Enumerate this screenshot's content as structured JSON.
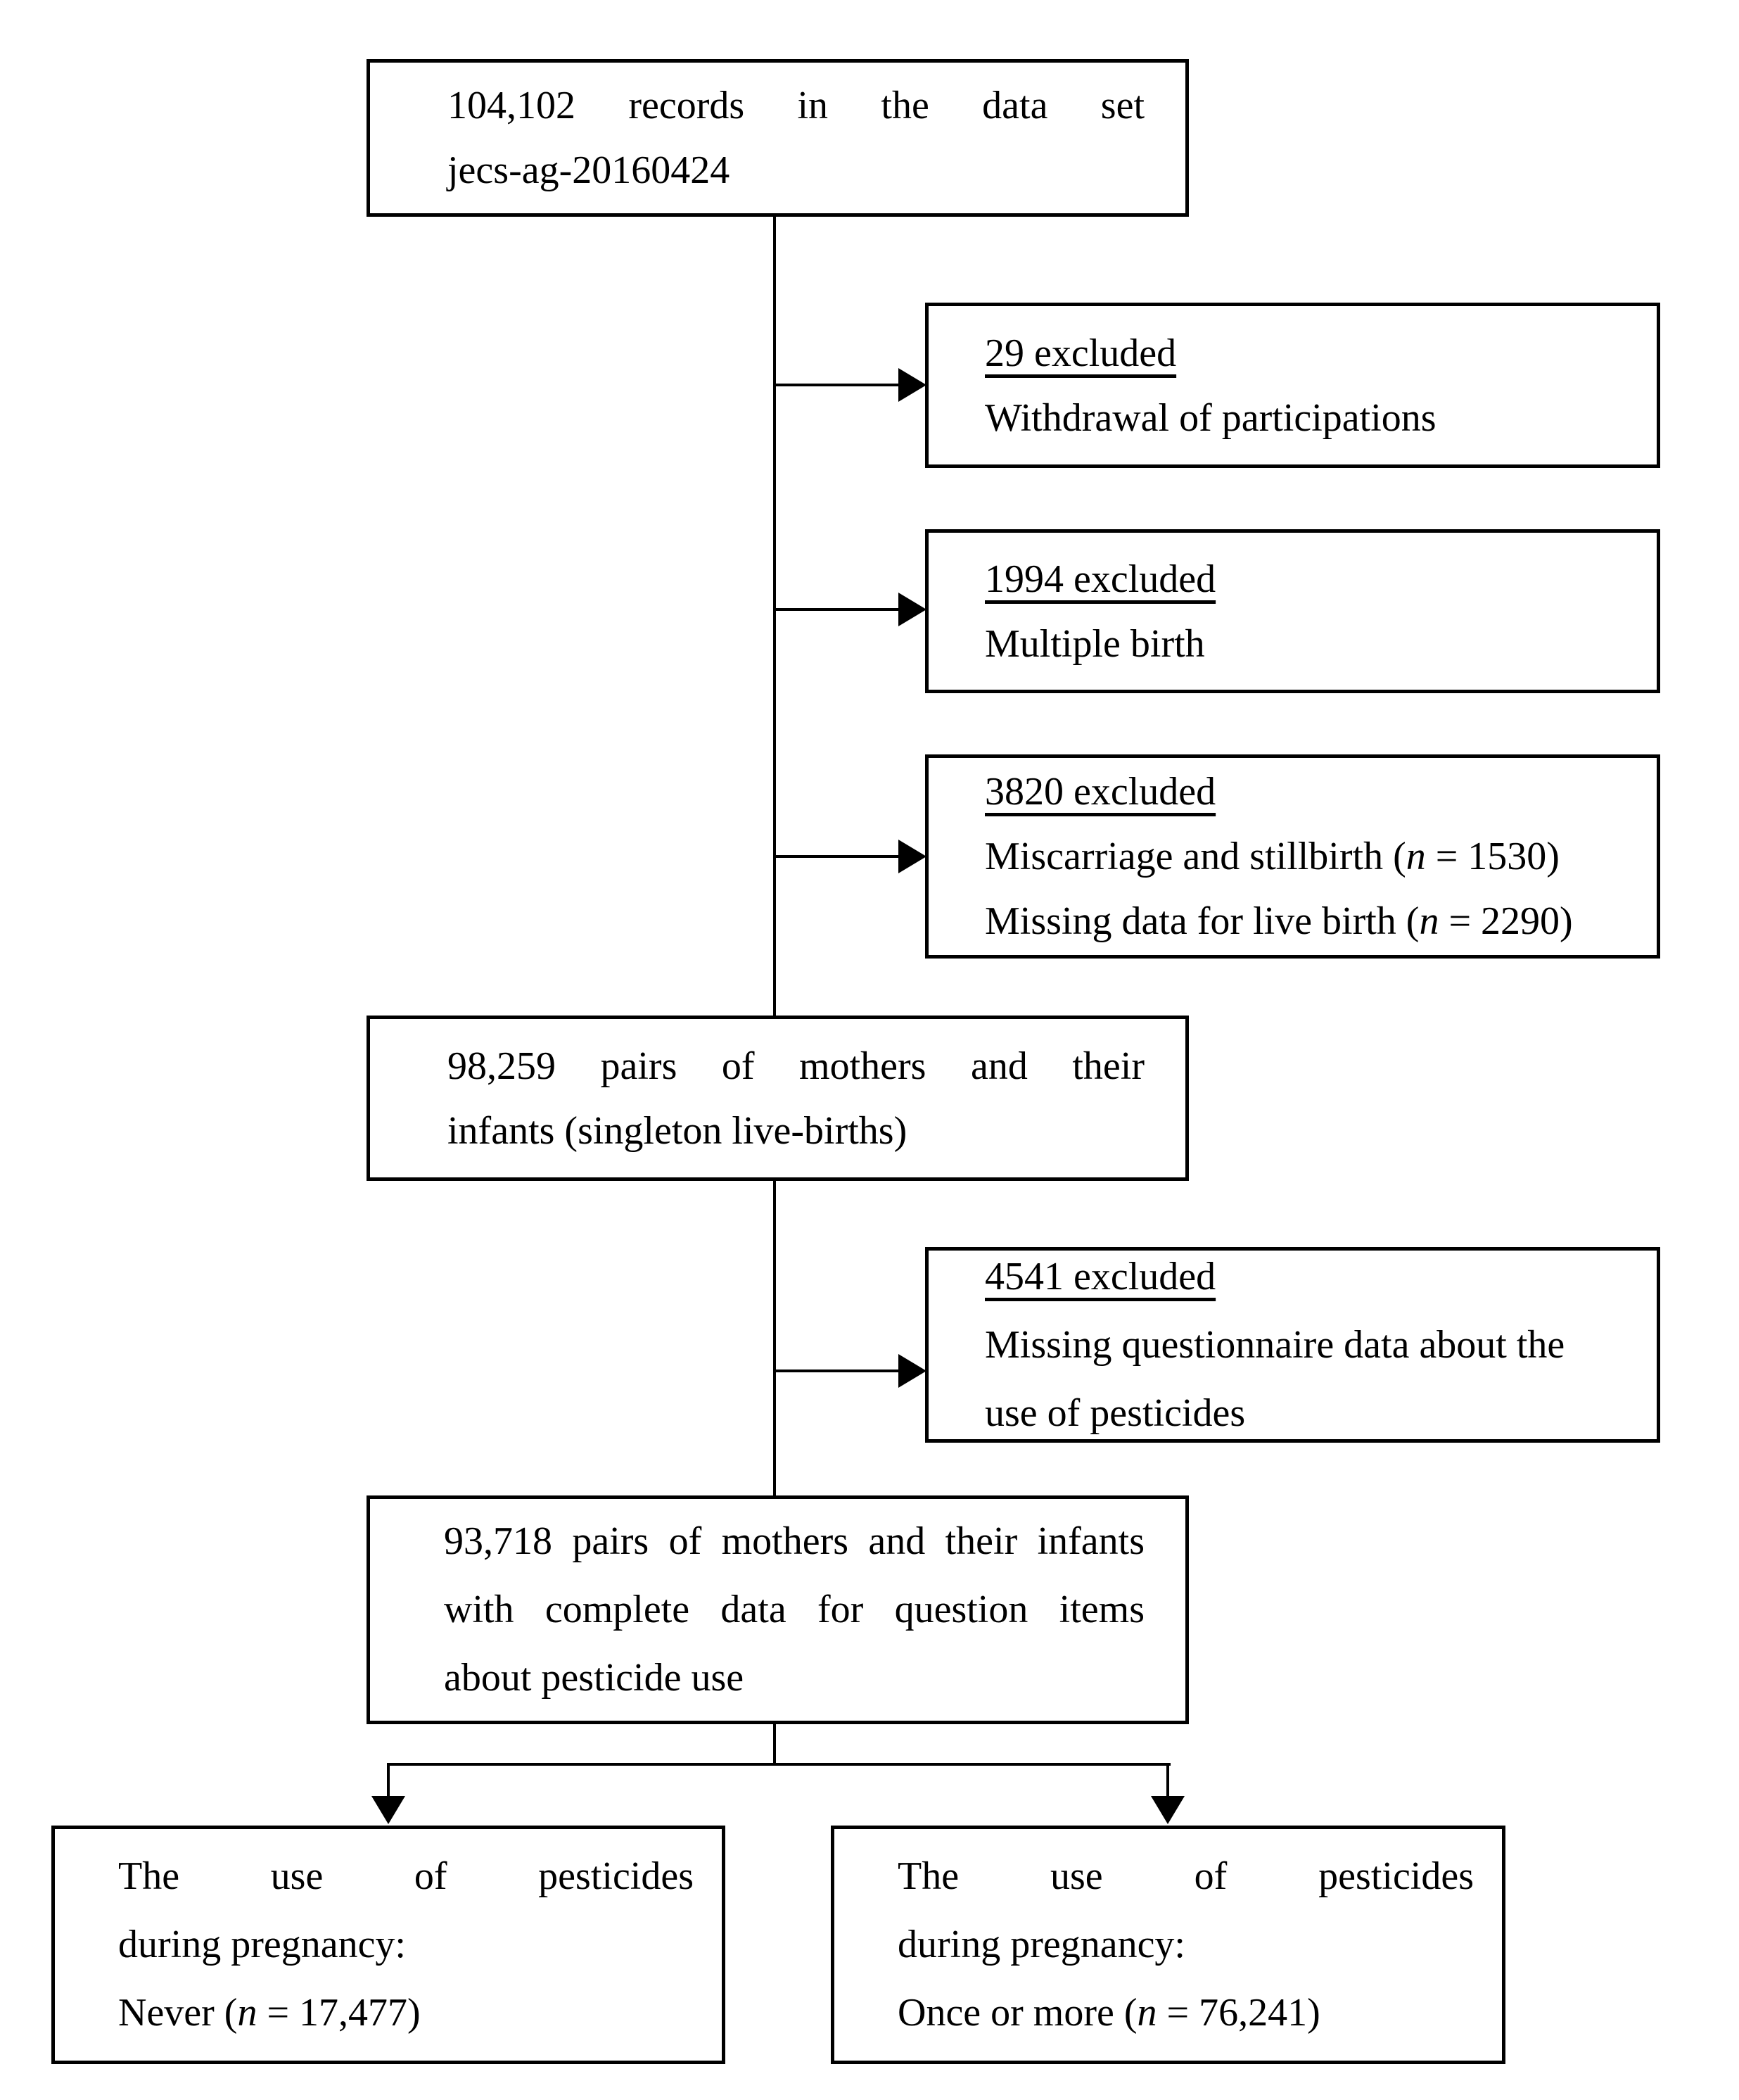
{
  "figure": {
    "background": "#ffffff",
    "line_color": "#000000",
    "type": "participant-flow-diagram"
  },
  "boxes": {
    "records": {
      "line1": "104,102 records in the data set",
      "line2": "jecs-ag-20160424"
    },
    "excl1": {
      "heading": "29 excluded",
      "reason1": "Withdrawal of participations"
    },
    "excl2": {
      "heading": "1994 excluded",
      "reason1": "Multiple birth"
    },
    "excl3": {
      "heading": "3820 excluded",
      "reason1_pre": "Miscarriage and stillbirth (",
      "reason1_var": "n",
      "reason1_post": " = 1530)",
      "reason2_pre": "Missing data for live birth (",
      "reason2_var": "n",
      "reason2_post": " = 2290)"
    },
    "singleton": {
      "line1": "98,259 pairs of mothers and their",
      "line2": "infants (singleton live-births)"
    },
    "excl4": {
      "heading": "4541 excluded",
      "reason_line1": "Missing questionnaire data about the",
      "reason_line2": "use of pesticides"
    },
    "complete": {
      "line1": "93,718 pairs of mothers and their infants",
      "line2": "with complete data for question items",
      "line3": "about pesticide use"
    },
    "never": {
      "line1": "The use of pesticides",
      "line2": "during pregnancy:",
      "line3_pre": "Never (",
      "line3_var": "n",
      "line3_post": " = 17,477)"
    },
    "once": {
      "line1": "The use of pesticides",
      "line2": "during pregnancy:",
      "line3_pre": "Once or more (",
      "line3_var": "n",
      "line3_post": " = 76,241)"
    }
  }
}
